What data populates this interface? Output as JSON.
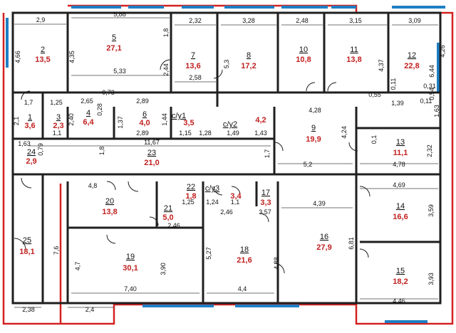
{
  "colors": {
    "wall": "#1f1f1f",
    "outline_red": "#d42020",
    "window_blue": "#1f7fc4",
    "area_text": "#c21f1f",
    "dim_line": "#444444"
  },
  "rooms": [
    {
      "num": "1",
      "area": "3,6"
    },
    {
      "num": "2",
      "area": "13,5"
    },
    {
      "num": "3",
      "area": "2,3"
    },
    {
      "num": "4",
      "area": "6,4"
    },
    {
      "num": "5",
      "area": "27,1"
    },
    {
      "num": "6",
      "area": "4,0"
    },
    {
      "num": "7",
      "area": "13,6"
    },
    {
      "num": "8",
      "area": "17,2"
    },
    {
      "num": "9",
      "area": "19,9"
    },
    {
      "num": "10",
      "area": "10,8"
    },
    {
      "num": "11",
      "area": "13,8"
    },
    {
      "num": "12",
      "area": "22,8"
    },
    {
      "num": "13",
      "area": "11,1"
    },
    {
      "num": "14",
      "area": "16,6"
    },
    {
      "num": "15",
      "area": "18,2"
    },
    {
      "num": "16",
      "area": "27,9"
    },
    {
      "num": "17",
      "area": "3,3"
    },
    {
      "num": "18",
      "area": "21,6"
    },
    {
      "num": "19",
      "area": "30,1"
    },
    {
      "num": "20",
      "area": "13,8"
    },
    {
      "num": "21",
      "area": "5,0"
    },
    {
      "num": "22",
      "area": "1,8"
    },
    {
      "num": "23",
      "area": "21,0"
    },
    {
      "num": "24",
      "area": "2,9"
    },
    {
      "num": "25",
      "area": "18,1"
    },
    {
      "num": "с/у1",
      "area": "3,5"
    },
    {
      "num": "с/у2",
      "area": "4,2"
    },
    {
      "num": "с/у3",
      "area": "3,4"
    }
  ],
  "dimensions": [
    "2,9",
    "5,88",
    "2,32",
    "3,28",
    "2,48",
    "3,15",
    "3,09",
    "4,66",
    "4,35",
    "1,8",
    "2,44",
    "5,3",
    "4,37",
    "4,26",
    "6,44",
    "5,33",
    "2,58",
    "0,73",
    "2,65",
    "0,28",
    "2,89",
    "1,7",
    "1,25",
    "2,1",
    "2,40",
    "1,1",
    "1,37",
    "2,89",
    "1,44",
    "1,15",
    "1,28",
    "1,49",
    "1,43",
    "4,28",
    "4,24",
    "0,55",
    "0,11",
    "1,39",
    "0,31",
    "0,54",
    "0,11",
    "1,63",
    "0,1",
    "2,32",
    "4,78",
    "1,63",
    "0,79",
    "11,67",
    "1,8",
    "1,7",
    "5,2",
    "4,8",
    "1,25",
    "1,24",
    "1,1",
    "2,46",
    "3,57",
    "2,46",
    "4,39",
    "4,69",
    "3,59",
    "6,81",
    "7,6",
    "4,7",
    "3,90",
    "5,27",
    "4,88",
    "3,93",
    "7,40",
    "4,4",
    "2,38",
    "2,4",
    "4,46"
  ]
}
